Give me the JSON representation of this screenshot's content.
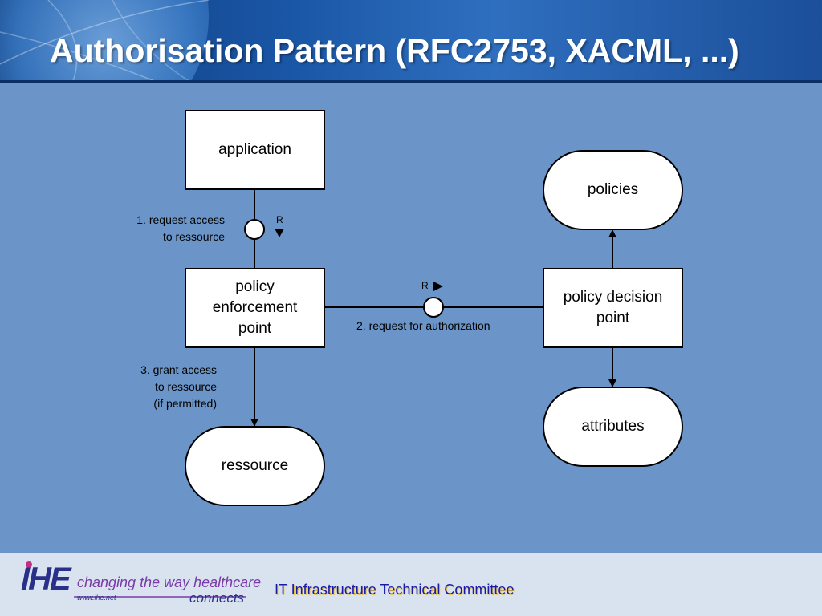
{
  "slide": {
    "title": "Authorisation Pattern (RFC2753, XACML, ...)"
  },
  "diagram": {
    "nodes": {
      "application": "application",
      "pep_line1": "policy",
      "pep_line2": "enforcement",
      "pep_line3": "point",
      "pdp_line1": "policy decision",
      "pdp_line2": "point",
      "policies": "policies",
      "attributes": "attributes",
      "ressource": "ressource"
    },
    "edges": {
      "request_access_line1": "1. request access",
      "request_access_line2": "to ressource",
      "request_authorization": "2. request for authorization",
      "grant_access_line1": "3. grant access",
      "grant_access_line2": "to ressource",
      "grant_access_line3": "(if permitted)",
      "r_marker_1": "R",
      "r_marker_2": "R"
    }
  },
  "footer": {
    "logo_text": "IHE",
    "tagline": "changing the way healthcare",
    "connects": "connects",
    "website": "www.ihe.net",
    "committee": "IT Infrastructure Technical Committee"
  },
  "colors": {
    "background": "#6b95c8",
    "header": "#1a56a6",
    "footer": "#d9e3ef",
    "committee_text": "#1a1aa8",
    "logo": "#2a2f8a",
    "tagline": "#7a3aa8"
  }
}
